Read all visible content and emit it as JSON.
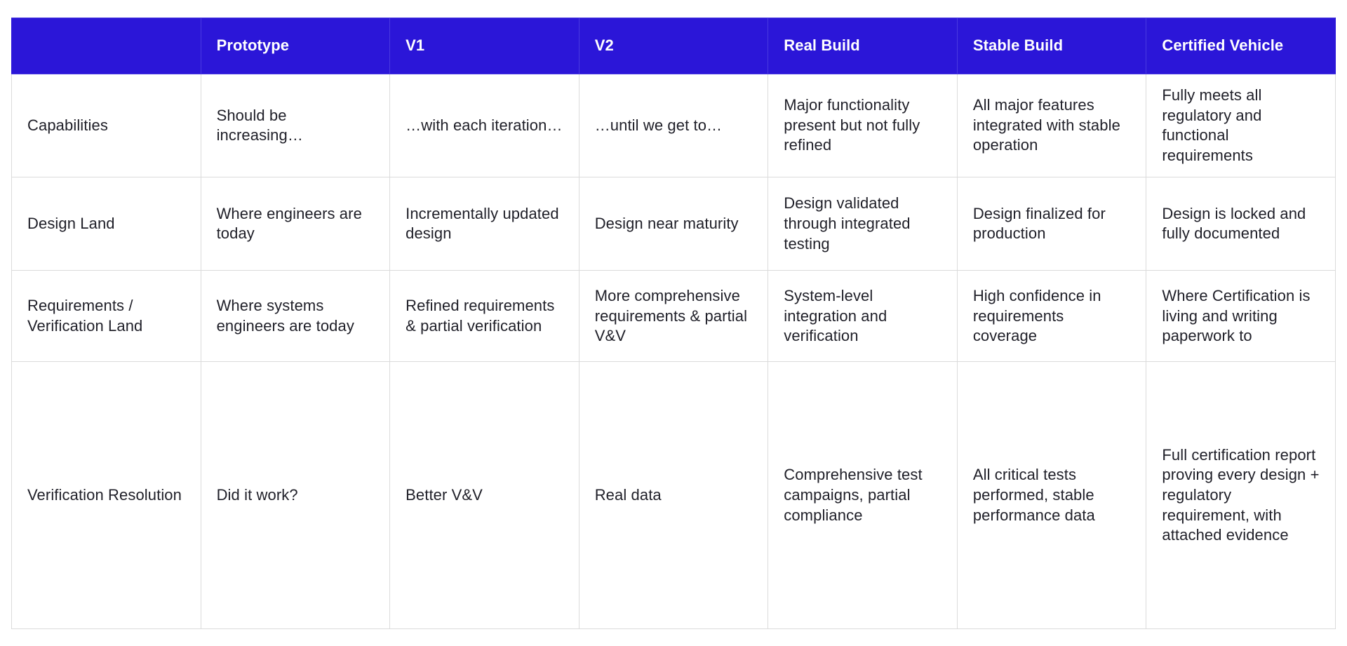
{
  "table": {
    "header_bg": "#2b16d8",
    "header_text_color": "#ffffff",
    "body_text_color": "#1f1f28",
    "border_color": "#dbdbdb",
    "columns": [
      "",
      "Prototype",
      "V1",
      "V2",
      "Real Build",
      "Stable Build",
      "Certified Vehicle"
    ],
    "rows": [
      {
        "label": "Capabilities",
        "cells": [
          "Should be increasing…",
          "…with each iteration…",
          "…until we get to…",
          "Major functionality present but not fully refined",
          "All major features integrated with stable operation",
          "Fully meets all regulatory and functional requirements"
        ]
      },
      {
        "label": "Design Land",
        "cells": [
          "Where engineers are today",
          "Incrementally updated design",
          "Design near maturity",
          "Design validated through integrated testing",
          "Design finalized for production",
          "Design is locked and fully documented"
        ]
      },
      {
        "label": "Requirements / Verification Land",
        "cells": [
          "Where systems engineers are today",
          "Refined requirements & partial verification",
          "More comprehensive requirements & partial V&V",
          "System-level integration and verification",
          "High confidence in requirements coverage",
          "Where Certification is living and writing paperwork to"
        ]
      },
      {
        "label": "Verification Resolution",
        "cells": [
          "Did it work?",
          "Better V&V",
          "Real data",
          "Comprehensive test campaigns, partial compliance",
          "All critical tests performed, stable performance data",
          "Full certification report proving every design + regulatory requirement, with attached evidence"
        ]
      }
    ]
  }
}
